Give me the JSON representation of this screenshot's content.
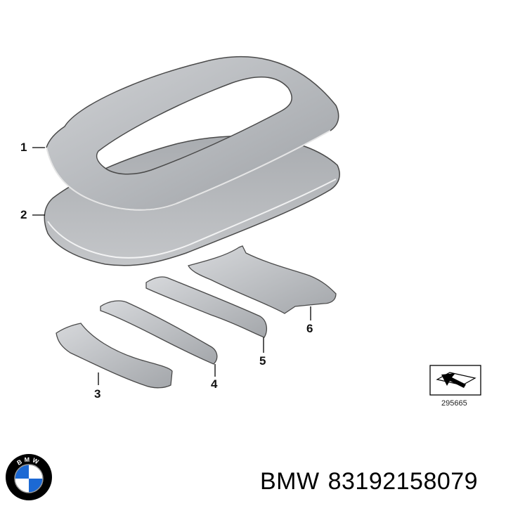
{
  "callouts": [
    "1",
    "2",
    "3",
    "4",
    "5",
    "6"
  ],
  "reference_number": "295665",
  "footer": {
    "brand": "BMW",
    "part_number": "83192158079"
  },
  "logo": {
    "text": "BMW",
    "colors": {
      "ring": "#000000",
      "blue": "#1c69d4",
      "white": "#ffffff"
    }
  },
  "colors": {
    "panel": "#b5b8bc",
    "panel_dark": "#8f9296",
    "panel_light": "#d4d6d9",
    "outline": "#4a4a4a"
  }
}
